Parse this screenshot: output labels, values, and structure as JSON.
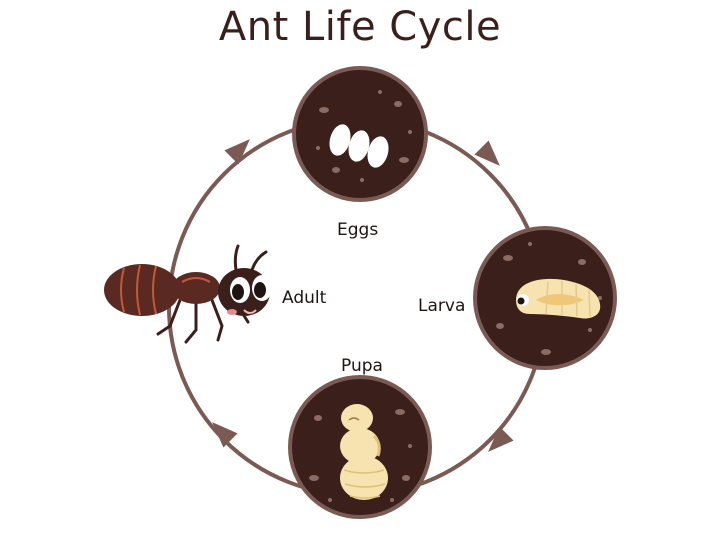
{
  "diagram": {
    "title": "Ant Life Cycle",
    "stages": [
      {
        "id": "eggs",
        "label": "Eggs"
      },
      {
        "id": "larva",
        "label": "Larva"
      },
      {
        "id": "pupa",
        "label": "Pupa"
      },
      {
        "id": "adult",
        "label": "Adult"
      }
    ],
    "flow_direction": "clockwise",
    "colors": {
      "ring": "#7b5a53",
      "circle_fill": "#3a1f1b",
      "circle_border": "#7b5a53",
      "dirt_speck": "#8c6b63",
      "egg": "#ffffff",
      "larva_body": "#f6e3b0",
      "larva_shade": "#f0c778",
      "ant_body": "#5a2a22",
      "ant_stripe": "#c25a39",
      "text": "#1e1513",
      "title": "#3a1f1b"
    }
  }
}
